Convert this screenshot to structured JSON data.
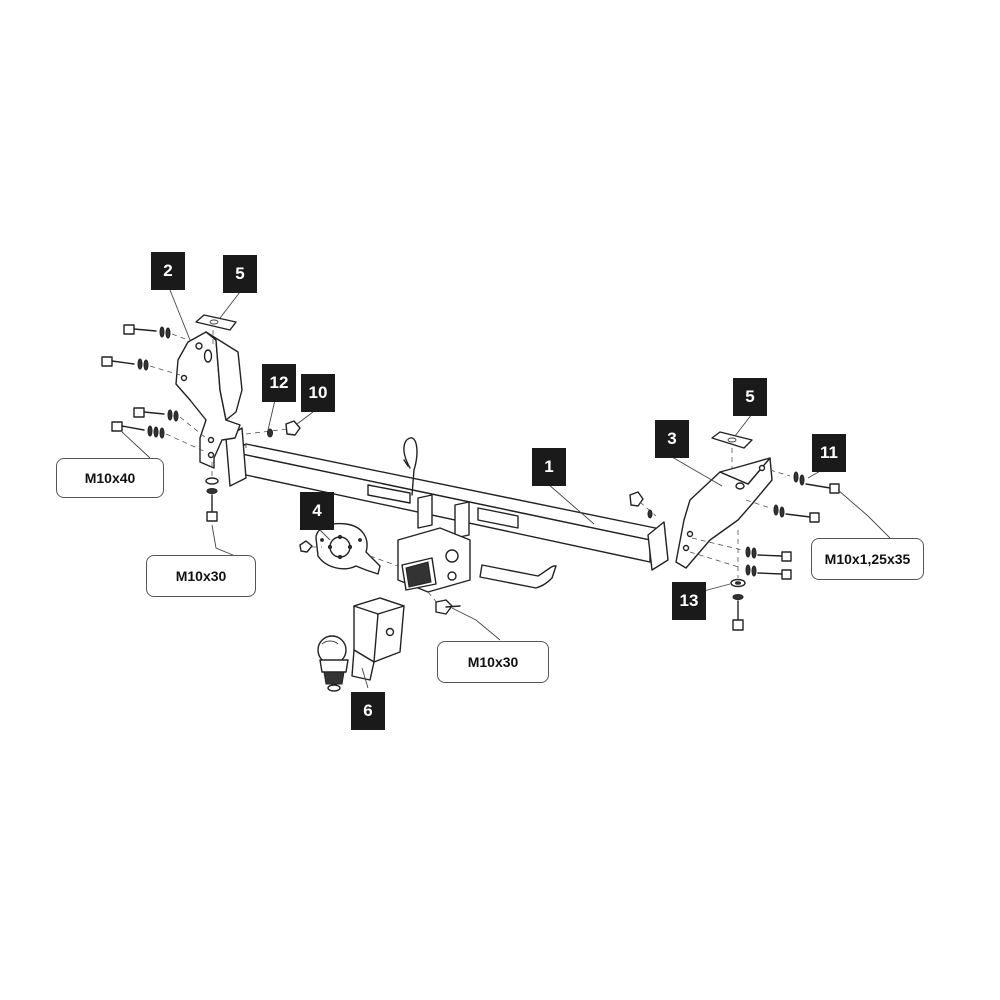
{
  "part_labels": {
    "p1": "1",
    "p2": "2",
    "p3": "3",
    "p4": "4",
    "p5_left": "5",
    "p5_right": "5",
    "p6": "6",
    "p10": "10",
    "p11": "11",
    "p12": "12",
    "p13": "13"
  },
  "callouts": {
    "left_side_bolts": "M10x40",
    "left_bottom_bolt": "M10x30",
    "center_bolt": "M10x30",
    "right_side_bolts": "M10x1,25x35"
  },
  "colors": {
    "label_bg": "#1a1a1a",
    "label_text": "#ffffff",
    "line": "#222222"
  }
}
